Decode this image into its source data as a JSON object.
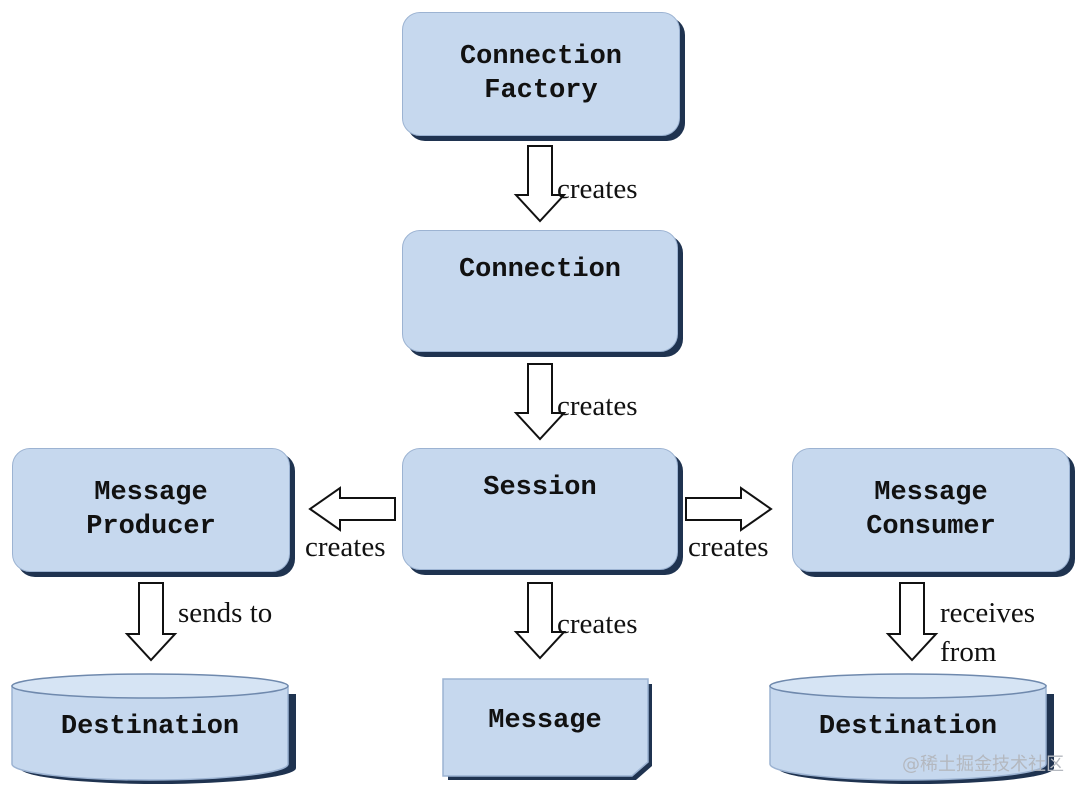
{
  "nodes": {
    "connection_factory": {
      "lines": [
        "Connection",
        "Factory"
      ]
    },
    "connection": {
      "lines": [
        "Connection"
      ]
    },
    "session": {
      "lines": [
        "Session"
      ]
    },
    "message_producer": {
      "lines": [
        "Message",
        "Producer"
      ]
    },
    "message_consumer": {
      "lines": [
        "Message",
        "Consumer"
      ]
    },
    "message": {
      "lines": [
        "Message"
      ]
    },
    "destination_left": {
      "lines": [
        "Destination"
      ]
    },
    "destination_right": {
      "lines": [
        "Destination"
      ]
    }
  },
  "edges": {
    "factory_to_connection": {
      "label": "creates"
    },
    "connection_to_session": {
      "label": "creates"
    },
    "session_to_producer": {
      "label": "creates"
    },
    "session_to_consumer": {
      "label": "creates"
    },
    "session_to_message": {
      "label": "creates"
    },
    "producer_to_destination": {
      "label": "sends to"
    },
    "consumer_from_destination": {
      "label_lines": [
        "receives",
        "from"
      ]
    }
  },
  "colors": {
    "box_fill": "#c6d8ee",
    "box_shadow": "#1f3350",
    "arrow_fill": "#ffffff",
    "stroke": "#111111"
  },
  "watermark": "@稀土掘金技术社区"
}
